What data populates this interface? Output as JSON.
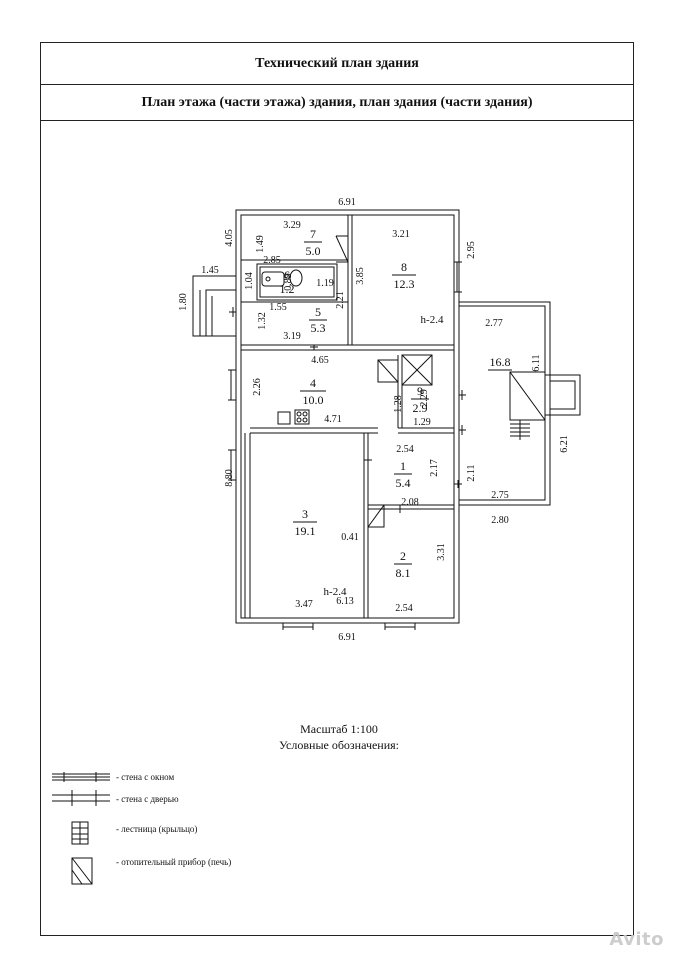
{
  "header": {
    "title": "Технический план здания",
    "subtitle": "План этажа (части этажа) здания, план здания (части здания)"
  },
  "plan": {
    "dims": {
      "top_width": "6.91",
      "bottom_width": "6.91",
      "left_upper": "4.05",
      "left_lower": "8.80",
      "right_window": "2.95",
      "room7_width": "3.29",
      "room7_height": "1.49",
      "room6_width": "2.85",
      "room6_height": "1.04",
      "room6_d1": "0.89",
      "room6_d2": "1.19",
      "room6_d3": "1.55",
      "room5_height": "1.32",
      "room5_width": "3.19",
      "room5_side": "2.21",
      "room8_width": "3.21",
      "room8_height": "3.85",
      "porch_left_width": "1.45",
      "porch_left_height": "1.80",
      "mid_width": "4.65",
      "room4_height": "2.26",
      "room4_width": "4.71",
      "room9_w1": "1.28",
      "room9_w2": "2.29",
      "room9_w3": "1.29",
      "room1_width": "2.54",
      "room1_h1": "2.17",
      "room1_h2": "2.11",
      "room1_bottom": "2.08",
      "door_gap": "0.41",
      "room2_height": "3.31",
      "room2_width": "2.54",
      "room3_w1": "3.47",
      "room3_w2": "6.13",
      "ext_top": "2.77",
      "ext_h1": "6.11",
      "ext_h2": "6.21",
      "ext_bottom_inner": "2.75",
      "ext_bottom_outer": "2.80"
    },
    "rooms": {
      "r7_num": "7",
      "r7_area": "5.0",
      "r6_num": "6",
      "r6_area": "1.2",
      "r5_num": "5",
      "r5_area": "5.3",
      "r8_num": "8",
      "r8_area": "12.3",
      "r4_num": "4",
      "r4_area": "10.0",
      "r9_num": "9",
      "r9_area": "2.9",
      "r1_num": "1",
      "r1_area": "5.4",
      "r3_num": "3",
      "r3_area": "19.1",
      "r2_num": "2",
      "r2_area": "8.1",
      "ext_area": "16.8"
    },
    "heights": {
      "upper": "h-2.4",
      "lower": "h-2.4"
    }
  },
  "footer": {
    "scale": "Масштаб 1:100",
    "legend_title": "Условные обозначения:",
    "legend": [
      {
        "label": "- стена с окном"
      },
      {
        "label": "- стена с дверью"
      },
      {
        "label": "- лестница (крыльцо)"
      },
      {
        "label": "- отопительный прибор (печь)"
      }
    ]
  },
  "watermark": "Avito"
}
